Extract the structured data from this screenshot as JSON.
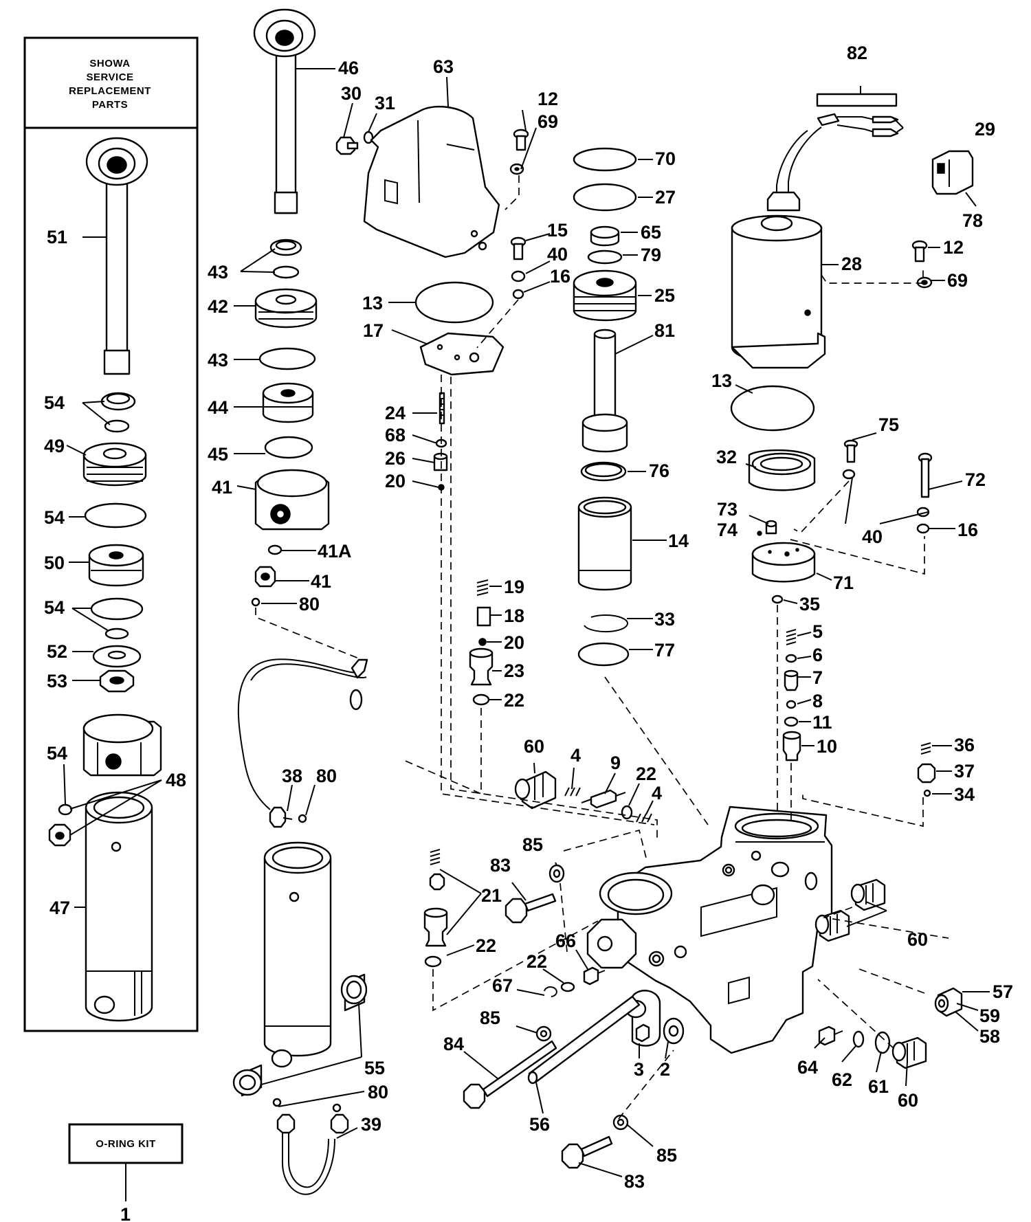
{
  "service_box": {
    "lines": [
      "SHOWA",
      "SERVICE",
      "REPLACEMENT",
      "PARTS"
    ]
  },
  "oring_kit": {
    "label": "O-RING KIT",
    "number": "1"
  },
  "callouts": {
    "n46": "46",
    "n30": "30",
    "n31": "31",
    "n63": "63",
    "n12a": "12",
    "n69a": "69",
    "n82": "82",
    "n29": "29",
    "n78": "78",
    "n70": "70",
    "n27": "27",
    "n65": "65",
    "n79": "79",
    "n28": "28",
    "n12b": "12",
    "n69b": "69",
    "n15": "15",
    "n40a": "40",
    "n16a": "16",
    "n25": "25",
    "n13a": "13",
    "n17": "17",
    "n81": "81",
    "n13b": "13",
    "n43a": "43",
    "n42": "42",
    "n43b": "43",
    "n44": "44",
    "n45": "45",
    "n41a": "41",
    "n41A": "41A",
    "n41b": "41",
    "n80a": "80",
    "n24": "24",
    "n68": "68",
    "n26": "26",
    "n20a": "20",
    "n76": "76",
    "n14": "14",
    "n75": "75",
    "n32": "32",
    "n72": "72",
    "n73": "73",
    "n74": "74",
    "n40b": "40",
    "n16b": "16",
    "n71": "71",
    "n35": "35",
    "n19": "19",
    "n18": "18",
    "n20b": "20",
    "n23": "23",
    "n22a": "22",
    "n33": "33",
    "n77": "77",
    "n5": "5",
    "n6": "6",
    "n7": "7",
    "n8": "8",
    "n11": "11",
    "n10": "10",
    "n36": "36",
    "n37": "37",
    "n34": "34",
    "n60a": "60",
    "n4a": "4",
    "n9": "9",
    "n22b": "22",
    "n4b": "4",
    "n38": "38",
    "n80b": "80",
    "n51": "51",
    "n54a": "54",
    "n49": "49",
    "n54b": "54",
    "n50": "50",
    "n54c": "54",
    "n52": "52",
    "n53": "53",
    "n54d": "54",
    "n48": "48",
    "n47": "47",
    "n85a": "85",
    "n83a": "83",
    "n21": "21",
    "n22c": "22",
    "n66": "66",
    "n22d": "22",
    "n67": "67",
    "n60b": "60",
    "n57": "57",
    "n59": "59",
    "n58": "58",
    "n85b": "85",
    "n84": "84",
    "n3": "3",
    "n2": "2",
    "n64": "64",
    "n62": "62",
    "n61": "61",
    "n60c": "60",
    "n56": "56",
    "n55": "55",
    "n80c": "80",
    "n39": "39",
    "n85c": "85",
    "n83b": "83"
  }
}
